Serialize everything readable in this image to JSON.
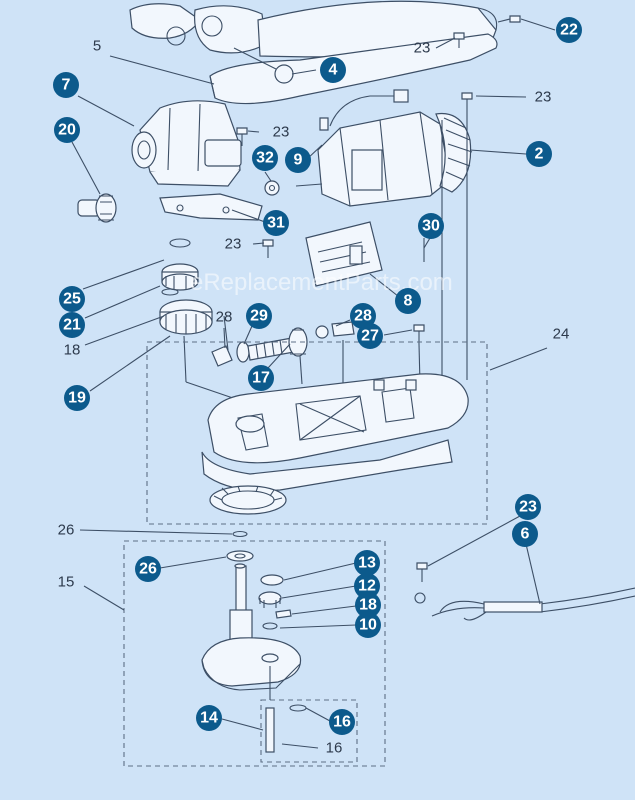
{
  "watermark": "eReplacementParts.com",
  "badges": [
    "22",
    "4",
    "7",
    "20",
    "2",
    "9",
    "32",
    "31",
    "30",
    "25",
    "8",
    "21",
    "29",
    "28",
    "27",
    "17",
    "19",
    "23",
    "6",
    "26",
    "13",
    "12",
    "18",
    "10",
    "14",
    "16"
  ],
  "plain_labels": [
    "5",
    "23",
    "23",
    "23",
    "23",
    "28",
    "18",
    "24",
    "26",
    "15",
    "16"
  ],
  "colors": {
    "badge": "#0c5a8c",
    "background": "#cfe3f7",
    "line": "#3d4f66"
  }
}
